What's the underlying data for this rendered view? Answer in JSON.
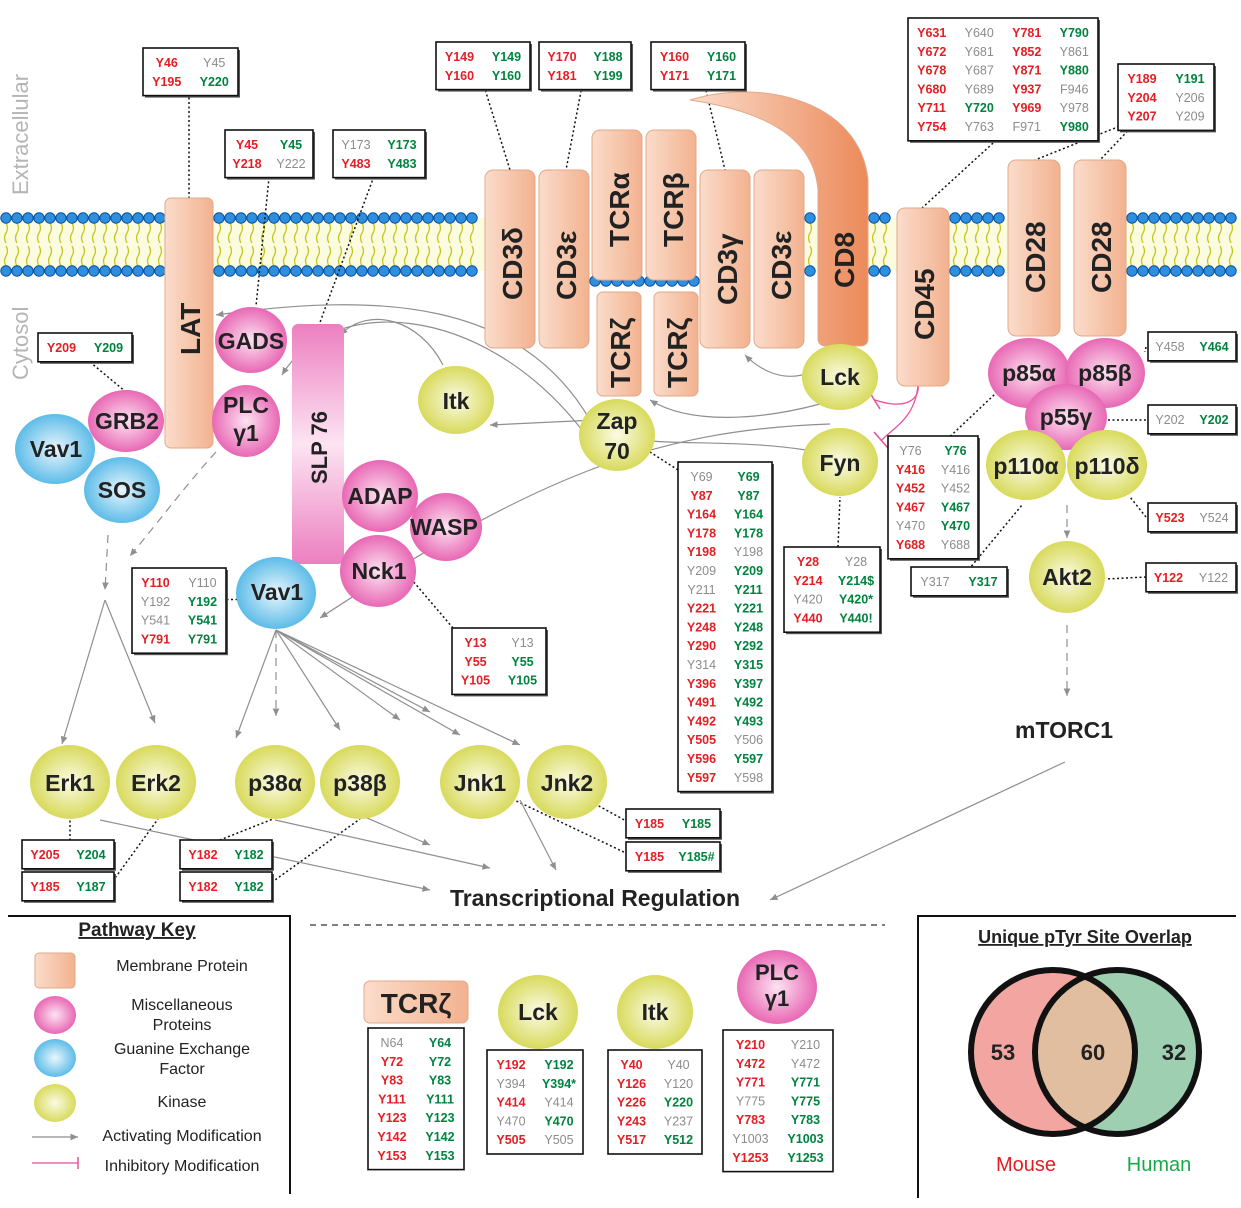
{
  "compartments": {
    "extracellular": "Extracellular",
    "cytosol": "Cytosol"
  },
  "colors": {
    "mouse": "#e31e24",
    "human": "#00833f",
    "unchanged": "#8c8c8c",
    "membrane": "#f6c3a8",
    "misc": "#ec7fc0",
    "gef": "#7ec9ec",
    "kinase": "#e0e27a"
  },
  "proteins": {
    "lat": "LAT",
    "gads": "GADS",
    "plc_a": "PLC",
    "plc_b": "γ1",
    "grb2": "GRB2",
    "vav1_left": "Vav1",
    "sos": "SOS",
    "slp76": "SLP 76",
    "adap": "ADAP",
    "wasp": "WASP",
    "nck1": "Nck1",
    "vav1": "Vav1",
    "itk": "Itk",
    "zap70_a": "Zap",
    "zap70_b": "70",
    "cd3d": "CD3δ",
    "cd3e1": "CD3ε",
    "tcra": "TCRα",
    "tcrb": "TCRβ",
    "tcrz1": "TCRζ",
    "tcrz2": "TCRζ",
    "cd3g": "CD3γ",
    "cd3e2": "CD3ε",
    "cd8": "CD8",
    "lck": "Lck",
    "fyn": "Fyn",
    "cd45": "CD45",
    "cd28a": "CD28",
    "cd28b": "CD28",
    "p85a": "p85α",
    "p85b": "p85β",
    "p55g": "p55γ",
    "p110a": "p110α",
    "p110d": "p110δ",
    "akt2": "Akt2",
    "mtorc1": "mTORC1",
    "erk1": "Erk1",
    "erk2": "Erk2",
    "p38a": "p38α",
    "p38b": "p38β",
    "jnk1": "Jnk1",
    "jnk2": "Jnk2"
  },
  "transcription": "Transcriptional Regulation",
  "site_tables": [
    {
      "id": "lat",
      "rows": [
        [
          "Y46",
          "m",
          "Y45",
          "u"
        ],
        [
          "Y195",
          "m",
          "Y220",
          "h"
        ]
      ]
    },
    {
      "id": "gads",
      "rows": [
        [
          "Y45",
          "m",
          "Y45",
          "h"
        ],
        [
          "Y218",
          "m",
          "Y222",
          "u"
        ]
      ]
    },
    {
      "id": "slp76",
      "rows": [
        [
          "Y173",
          "u",
          "Y173",
          "h"
        ],
        [
          "Y483",
          "m",
          "Y483",
          "h"
        ]
      ]
    },
    {
      "id": "grb2",
      "rows": [
        [
          "Y209",
          "m",
          "Y209",
          "h"
        ]
      ]
    },
    {
      "id": "cd3d",
      "rows": [
        [
          "Y149",
          "m",
          "Y149",
          "h"
        ],
        [
          "Y160",
          "m",
          "Y160",
          "h"
        ]
      ]
    },
    {
      "id": "cd3e",
      "rows": [
        [
          "Y170",
          "m",
          "Y188",
          "h"
        ],
        [
          "Y181",
          "m",
          "Y199",
          "h"
        ]
      ]
    },
    {
      "id": "cd3g",
      "rows": [
        [
          "Y160",
          "m",
          "Y160",
          "h"
        ],
        [
          "Y171",
          "m",
          "Y171",
          "h"
        ]
      ]
    },
    {
      "id": "cd45",
      "rows": [
        [
          "Y631",
          "m",
          "Y640",
          "u",
          "Y781",
          "m",
          "Y790",
          "h"
        ],
        [
          "Y672",
          "m",
          "Y681",
          "u",
          "Y852",
          "m",
          "Y861",
          "u"
        ],
        [
          "Y678",
          "m",
          "Y687",
          "u",
          "Y871",
          "m",
          "Y880",
          "h"
        ],
        [
          "Y680",
          "m",
          "Y689",
          "u",
          "Y937",
          "m",
          "F946",
          "u"
        ],
        [
          "Y711",
          "m",
          "Y720",
          "h",
          "Y969",
          "m",
          "Y978",
          "u"
        ],
        [
          "Y754",
          "m",
          "Y763",
          "u",
          "F971",
          "u",
          "Y980",
          "h"
        ]
      ]
    },
    {
      "id": "cd28",
      "rows": [
        [
          "Y189",
          "m",
          "Y191",
          "h"
        ],
        [
          "Y204",
          "m",
          "Y206",
          "u"
        ],
        [
          "Y207",
          "m",
          "Y209",
          "u"
        ]
      ]
    },
    {
      "id": "p85b",
      "rows": [
        [
          "Y458",
          "u",
          "Y464",
          "h"
        ]
      ]
    },
    {
      "id": "p55g",
      "rows": [
        [
          "Y202",
          "u",
          "Y202",
          "h"
        ]
      ]
    },
    {
      "id": "p110d",
      "rows": [
        [
          "Y523",
          "m",
          "Y524",
          "u"
        ]
      ]
    },
    {
      "id": "akt2",
      "rows": [
        [
          "Y122",
          "m",
          "Y122",
          "u"
        ]
      ]
    },
    {
      "id": "p110a",
      "rows": [
        [
          "Y317",
          "u",
          "Y317",
          "h"
        ]
      ]
    },
    {
      "id": "lck",
      "rows": [
        [
          "Y76",
          "u",
          "Y76",
          "h"
        ],
        [
          "Y416",
          "m",
          "Y416",
          "u"
        ],
        [
          "Y452",
          "m",
          "Y452",
          "u"
        ],
        [
          "Y467",
          "m",
          "Y467",
          "h"
        ],
        [
          "Y470",
          "u",
          "Y470",
          "h"
        ],
        [
          "Y688",
          "m",
          "Y688",
          "u"
        ]
      ]
    },
    {
      "id": "fyn",
      "rows": [
        [
          "Y28",
          "m",
          "Y28",
          "u"
        ],
        [
          "Y214",
          "m",
          "Y214$",
          "h"
        ],
        [
          "Y420",
          "u",
          "Y420*",
          "h"
        ],
        [
          "Y440",
          "m",
          "Y440!",
          "h"
        ]
      ]
    },
    {
      "id": "zap70",
      "rows": [
        [
          "Y69",
          "u",
          "Y69",
          "h"
        ],
        [
          "Y87",
          "m",
          "Y87",
          "h"
        ],
        [
          "Y164",
          "m",
          "Y164",
          "h"
        ],
        [
          "Y178",
          "m",
          "Y178",
          "h"
        ],
        [
          "Y198",
          "m",
          "Y198",
          "u"
        ],
        [
          "Y209",
          "u",
          "Y209",
          "h"
        ],
        [
          "Y211",
          "u",
          "Y211",
          "h"
        ],
        [
          "Y221",
          "m",
          "Y221",
          "h"
        ],
        [
          "Y248",
          "m",
          "Y248",
          "h"
        ],
        [
          "Y290",
          "m",
          "Y292",
          "h"
        ],
        [
          "Y314",
          "u",
          "Y315",
          "h"
        ],
        [
          "Y396",
          "m",
          "Y397",
          "h"
        ],
        [
          "Y491",
          "m",
          "Y492",
          "h"
        ],
        [
          "Y492",
          "m",
          "Y493",
          "h"
        ],
        [
          "Y505",
          "m",
          "Y506",
          "u"
        ],
        [
          "Y596",
          "m",
          "Y597",
          "h"
        ],
        [
          "Y597",
          "m",
          "Y598",
          "u"
        ]
      ]
    },
    {
      "id": "vav1",
      "rows": [
        [
          "Y110",
          "m",
          "Y110",
          "u"
        ],
        [
          "Y192",
          "u",
          "Y192",
          "h"
        ],
        [
          "Y541",
          "u",
          "Y541",
          "h"
        ],
        [
          "Y791",
          "m",
          "Y791",
          "h"
        ]
      ]
    },
    {
      "id": "nck1",
      "rows": [
        [
          "Y13",
          "m",
          "Y13",
          "u"
        ],
        [
          "Y55",
          "m",
          "Y55",
          "h"
        ],
        [
          "Y105",
          "m",
          "Y105",
          "h"
        ]
      ]
    },
    {
      "id": "jnk_a",
      "rows": [
        [
          "Y185",
          "m",
          "Y185",
          "h"
        ]
      ]
    },
    {
      "id": "jnk_b",
      "rows": [
        [
          "Y185",
          "m",
          "Y185#",
          "h"
        ]
      ]
    },
    {
      "id": "erk1",
      "rows": [
        [
          "Y205",
          "m",
          "Y204",
          "h"
        ]
      ]
    },
    {
      "id": "erk2",
      "rows": [
        [
          "Y185",
          "m",
          "Y187",
          "h"
        ]
      ]
    },
    {
      "id": "p38a",
      "rows": [
        [
          "Y182",
          "m",
          "Y182",
          "h"
        ]
      ]
    },
    {
      "id": "p38b",
      "rows": [
        [
          "Y182",
          "m",
          "Y182",
          "h"
        ]
      ]
    },
    {
      "id": "tcrz",
      "rows": [
        [
          "N64",
          "u",
          "Y64",
          "h"
        ],
        [
          "Y72",
          "m",
          "Y72",
          "h"
        ],
        [
          "Y83",
          "m",
          "Y83",
          "h"
        ],
        [
          "Y111",
          "m",
          "Y111",
          "h"
        ],
        [
          "Y123",
          "m",
          "Y123",
          "h"
        ],
        [
          "Y142",
          "m",
          "Y142",
          "h"
        ],
        [
          "Y153",
          "m",
          "Y153",
          "h"
        ]
      ]
    },
    {
      "id": "lck_detail",
      "rows": [
        [
          "Y192",
          "m",
          "Y192",
          "h"
        ],
        [
          "Y394",
          "u",
          "Y394*",
          "h"
        ],
        [
          "Y414",
          "m",
          "Y414",
          "u"
        ],
        [
          "Y470",
          "u",
          "Y470",
          "h"
        ],
        [
          "Y505",
          "m",
          "Y505",
          "u"
        ]
      ]
    },
    {
      "id": "itk_detail",
      "rows": [
        [
          "Y40",
          "m",
          "Y40",
          "u"
        ],
        [
          "Y126",
          "m",
          "Y120",
          "u"
        ],
        [
          "Y226",
          "m",
          "Y220",
          "h"
        ],
        [
          "Y243",
          "m",
          "Y237",
          "u"
        ],
        [
          "Y517",
          "m",
          "Y512",
          "h"
        ]
      ]
    },
    {
      "id": "plc_detail",
      "rows": [
        [
          "Y210",
          "m",
          "Y210",
          "u"
        ],
        [
          "Y472",
          "m",
          "Y472",
          "u"
        ],
        [
          "Y771",
          "m",
          "Y771",
          "h"
        ],
        [
          "Y775",
          "u",
          "Y775",
          "h"
        ],
        [
          "Y783",
          "m",
          "Y783",
          "h"
        ],
        [
          "Y1003",
          "u",
          "Y1003",
          "h"
        ],
        [
          "Y1253",
          "m",
          "Y1253",
          "h"
        ]
      ]
    }
  ],
  "detail_labels": {
    "tcrz": "TCRζ",
    "lck": "Lck",
    "itk": "Itk",
    "plc_a": "PLC",
    "plc_b": "γ1"
  },
  "key": {
    "title": "Pathway Key",
    "membrane": "Membrane Protein",
    "misc_a": "Miscellaneous",
    "misc_b": "Proteins",
    "gef_a": "Guanine Exchange",
    "gef_b": "Factor",
    "kinase": "Kinase",
    "activating": "Activating Modification",
    "inhibitory": "Inhibitory Modification"
  },
  "venn": {
    "title": "Unique pTyr Site Overlap",
    "mouse_only": 53,
    "overlap": 60,
    "human_only": 32,
    "mouse_label": "Mouse",
    "human_label": "Human"
  }
}
